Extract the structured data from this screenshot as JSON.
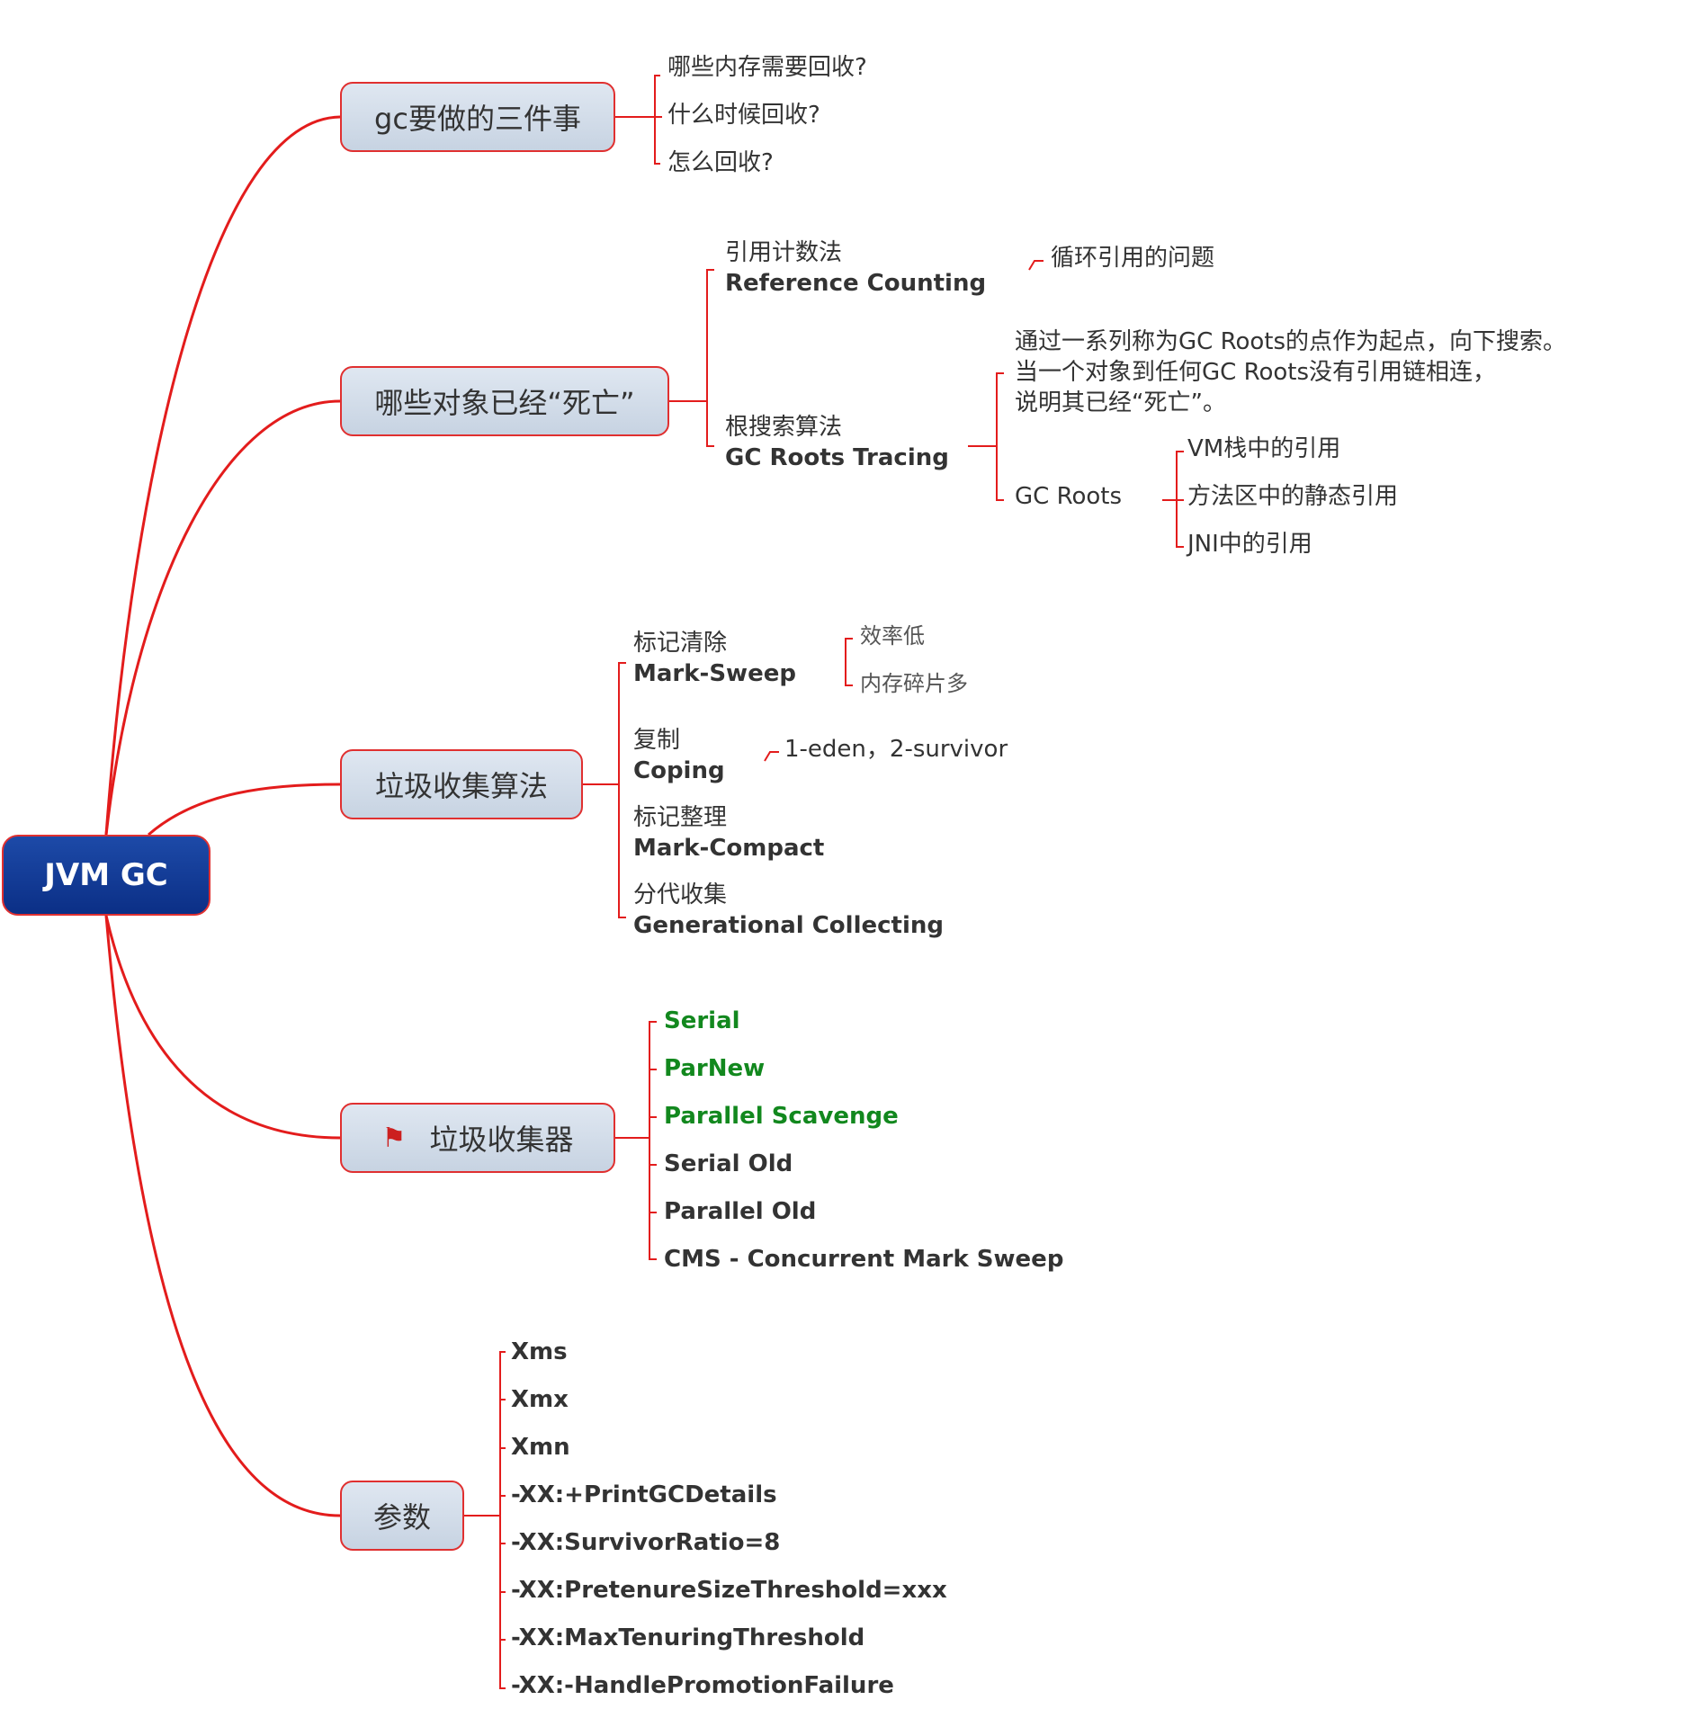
{
  "root": {
    "label": "JVM GC"
  },
  "branches": {
    "gc_three": {
      "label": "gc要做的三件事",
      "items": [
        "哪些内存需要回收?",
        "什么时候回收?",
        "怎么回收?"
      ]
    },
    "dead_objects": {
      "label": "哪些对象已经“死亡”",
      "ref_counting": {
        "zh": "引用计数法",
        "en": "Reference Counting",
        "note": "循环引用的问题"
      },
      "roots_tracing": {
        "zh": "根搜索算法",
        "en": "GC Roots Tracing",
        "description": [
          "通过一系列称为GC Roots的点作为起点，向下搜索。",
          "当一个对象到任何GC Roots没有引用链相连，",
          "说明其已经“死亡”。"
        ],
        "gc_roots": {
          "label": "GC Roots",
          "items": [
            "VM栈中的引用",
            "方法区中的静态引用",
            "JNI中的引用"
          ]
        }
      }
    },
    "algorithms": {
      "label": "垃圾收集算法",
      "mark_sweep": {
        "zh": "标记清除",
        "en": "Mark-Sweep",
        "notes": [
          "效率低",
          "内存碎片多"
        ]
      },
      "coping": {
        "zh": "复制",
        "en": "Coping",
        "note": "1-eden，2-survivor"
      },
      "mark_compact": {
        "zh": "标记整理",
        "en": "Mark-Compact"
      },
      "generational": {
        "zh": "分代收集",
        "en": "Generational Collecting"
      }
    },
    "collectors": {
      "label": "垃圾收集器",
      "flag_icon": "red-flag-icon",
      "items_green": [
        "Serial",
        "ParNew",
        "Parallel Scavenge"
      ],
      "items_dark": [
        "Serial Old",
        "Parallel Old",
        "CMS - Concurrent Mark Sweep"
      ]
    },
    "params": {
      "label": "参数",
      "items": [
        "Xms",
        "Xmx",
        "Xmn",
        "-XX:+PrintGCDetails",
        "-XX:SurvivorRatio=8",
        "-XX:PretenureSizeThreshold=xxx",
        "-XX:MaxTenuringThreshold",
        "-XX:-HandlePromotionFailure"
      ]
    }
  },
  "colors": {
    "edge": "#e31c1c",
    "root_fill": "#0b2f86",
    "topic_fill": "#d3dde9",
    "green_text": "#12881e"
  }
}
